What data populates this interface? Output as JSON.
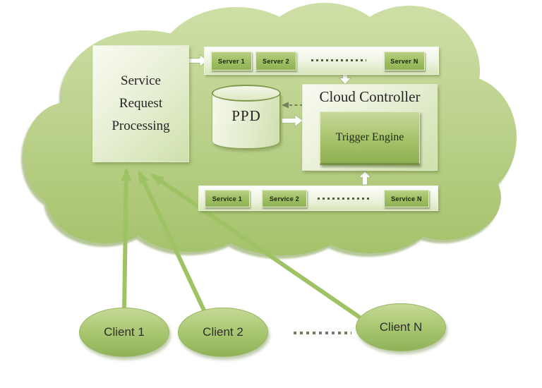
{
  "nodes": {
    "service_request_processing": {
      "label": "Service Request Processing"
    },
    "servers_rack": {
      "items": [
        "Server 1",
        "Server 2",
        "Server N"
      ]
    },
    "ppd": {
      "label": "PPD"
    },
    "cloud_controller": {
      "label": "Cloud Controller",
      "trigger_engine": "Trigger Engine"
    },
    "services_rack": {
      "items": [
        "Service 1",
        "Service 2",
        "Service N"
      ]
    },
    "clients": {
      "items": [
        "Client 1",
        "Client 2",
        "Client N"
      ]
    }
  },
  "colors": {
    "cloud_top": "#cfe0a8",
    "cloud_bottom": "#a4c168",
    "cloud_shadow": "#7d9a4a",
    "connector_green": "#9fc364",
    "dashed_arrow": "#72835a",
    "arrow_fill": "#ffffff",
    "chip_green": "#a3c167",
    "text_dark": "#262626"
  }
}
